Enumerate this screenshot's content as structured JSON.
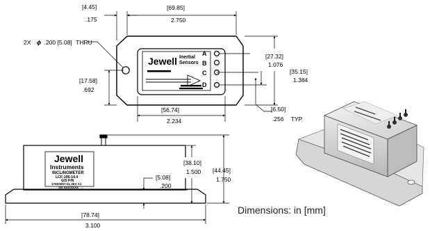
{
  "top_view": {
    "dim_left_offset": {
      "mm": "[4.45]",
      "in": ".175"
    },
    "dim_length": {
      "mm": "[69.85]",
      "in": "2.750"
    },
    "hole_note": {
      "prefix": "2X",
      "symbol": "ϕ",
      "value": ".200",
      "mm": "[5.08]",
      "suffix": "THRU"
    },
    "dim_hole_height": {
      "mm": "[17.58]",
      "in": ".692"
    },
    "dim_connector_top": {
      "mm": "[27.32]",
      "in": "1.076"
    },
    "dim_width": {
      "mm": "[35.15]",
      "in": "1.384"
    },
    "dim_body_length": {
      "mm": "[56.74]",
      "in": "2.234"
    },
    "dim_pin_spacing": {
      "mm": "[6.50]",
      "in": ".256",
      "suffix": "TYP"
    },
    "label_brand": "Jewell",
    "label_line1": "Inertial",
    "label_line2": "Sensors",
    "pins": [
      "A",
      "B",
      "C",
      "D"
    ]
  },
  "side_view": {
    "dim_height_body": {
      "mm": "[38.10]",
      "in": "1.500"
    },
    "dim_height_total": {
      "mm": "[44.45]",
      "in": "1.750"
    },
    "dim_flange": {
      "mm": "[5.08]",
      "in": ".200"
    },
    "dim_base_length": {
      "mm": "[78.74]",
      "in": "3.100"
    },
    "label_brand": "Jewell",
    "label_sub": "Instruments",
    "label_type": "INCLINOMETER",
    "label_model": "LCF-196-14.4",
    "label_gs": "G/S P/N",
    "label_pn": "17600057-01 26V A1",
    "label_sn": "SN  XXXXXXX"
  },
  "caption": "Dimensions: in [mm]"
}
